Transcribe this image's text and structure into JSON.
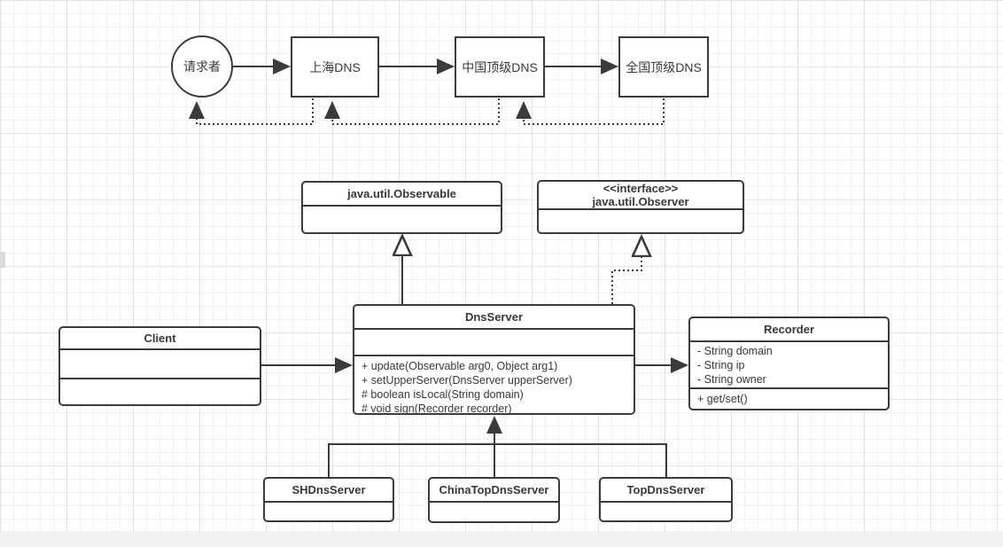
{
  "colors": {
    "stroke": "#3b3b3b",
    "text": "#383838",
    "canvas_bg": "#ffffff",
    "grid_minor": "#f0f0f0",
    "grid_major": "#e3e3e3",
    "bottom_bar": "#f1f2f3"
  },
  "flow": {
    "requester_label": "请求者",
    "nodes": [
      {
        "label": "上海DNS"
      },
      {
        "label": "中国顶级DNS"
      },
      {
        "label": "全国顶级DNS"
      }
    ]
  },
  "uml": {
    "observable": {
      "title": "java.util.Observable"
    },
    "observer": {
      "stereotype": "<<interface>>",
      "title": "java.util.Observer"
    },
    "dns_server": {
      "title": "DnsServer",
      "methods": [
        "+ update(Observable arg0, Object arg1)",
        "+ setUpperServer(DnsServer upperServer)",
        "# boolean isLocal(String domain)",
        "# void sign(Recorder recorder)"
      ]
    },
    "client": {
      "title": "Client"
    },
    "recorder": {
      "title": "Recorder",
      "attributes": [
        "- String domain",
        "- String ip",
        "- String owner"
      ],
      "methods": [
        "+ get/set()"
      ]
    },
    "subclasses": [
      {
        "title": "SHDnsServer"
      },
      {
        "title": "ChinaTopDnsServer"
      },
      {
        "title": "TopDnsServer"
      }
    ]
  }
}
